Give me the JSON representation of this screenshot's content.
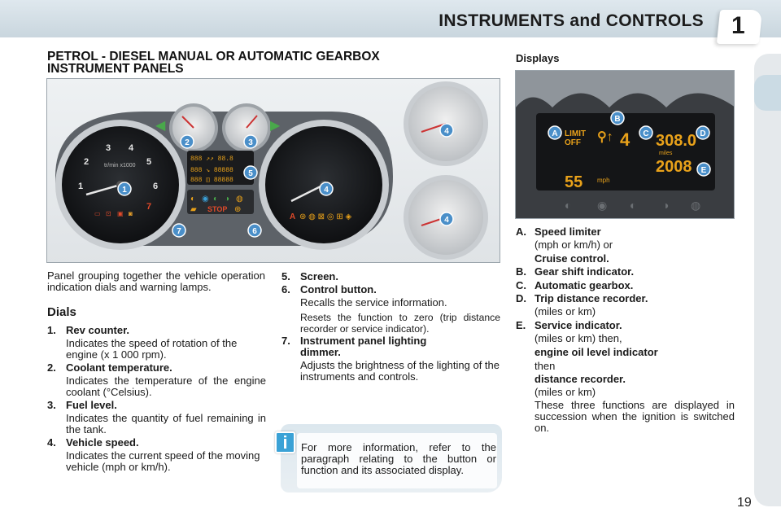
{
  "header": {
    "title": "INSTRUMENTS and CONTROLS",
    "chapter": "1"
  },
  "section": {
    "title_line1": "PETROL - DIESEL MANUAL OR AUTOMATIC GEARBOX",
    "title_line2": "INSTRUMENT PANELS"
  },
  "displays_title": "Displays",
  "figure": {
    "callouts": [
      "1",
      "2",
      "3",
      "4",
      "5",
      "6",
      "7"
    ],
    "rev_dial_ticks": [
      "1",
      "2",
      "3",
      "4",
      "5",
      "6",
      "7"
    ],
    "rev_unit": "tr/min x1000",
    "stop_label": "STOP"
  },
  "display_figure": {
    "letters": [
      "A",
      "B",
      "C",
      "D",
      "E"
    ],
    "limit_text": "LIMIT",
    "off_text": "OFF",
    "speed": "55",
    "speed_unit": "mph",
    "trip": "308.0",
    "trip_unit": "miles",
    "odometer": "2008",
    "gear": "4"
  },
  "intro": "Panel grouping together the vehicle operation indication dials and warning lamps.",
  "dials_heading": "Dials",
  "items": [
    {
      "num": "1.",
      "title": "Rev counter.",
      "desc": "Indicates the speed of rotation of the engine (x 1 000 rpm)."
    },
    {
      "num": "2.",
      "title": "Coolant temperature.",
      "desc": "Indicates the temperature of the engine coolant (°Celsius)."
    },
    {
      "num": "3.",
      "title": "Fuel level.",
      "desc": "Indicates the quantity of fuel remaining in the tank."
    },
    {
      "num": "4.",
      "title": "Vehicle speed.",
      "desc": "Indicates the current speed of the moving vehicle (mph or km/h)."
    },
    {
      "num": "5.",
      "title": "Screen."
    },
    {
      "num": "6.",
      "title": "Control button.",
      "desc1": "Recalls the service information.",
      "desc2": "Resets the function to zero (trip distance recorder or service indicator)."
    },
    {
      "num": "7.",
      "title_line1": "Instrument panel lighting",
      "title_line2": "dimmer.",
      "desc": "Adjusts the brightness of the lighting of the instruments and controls."
    }
  ],
  "info_box": {
    "icon": "i",
    "text": "For more information, refer to the paragraph relating to the button or function and its associated display."
  },
  "displays": {
    "a_label": "A.",
    "a_title": "Speed limiter",
    "a_sub": "(mph or km/h) or",
    "a_extra": "Cruise control.",
    "b_label": "B.",
    "b_title": "Gear shift indicator.",
    "c_label": "C.",
    "c_title": "Automatic gearbox.",
    "d_label": "D.",
    "d_title": "Trip distance recorder.",
    "d_sub": "(miles or km)",
    "e_label": "E.",
    "e_title": "Service indicator.",
    "e_sub1": "(miles or km) then,",
    "e_bold1": "engine oil level indicator",
    "e_then": "then",
    "e_bold2": "distance recorder.",
    "e_sub2": "(miles or km)",
    "e_note": "These three functions are displayed in succession when the ignition is switched on."
  },
  "page_number": "19",
  "colors": {
    "callout": "#4a8fc9",
    "callout_dark": "#4a4a4a",
    "display": "#e8a11a",
    "info_icon": "#3ba2d6"
  }
}
